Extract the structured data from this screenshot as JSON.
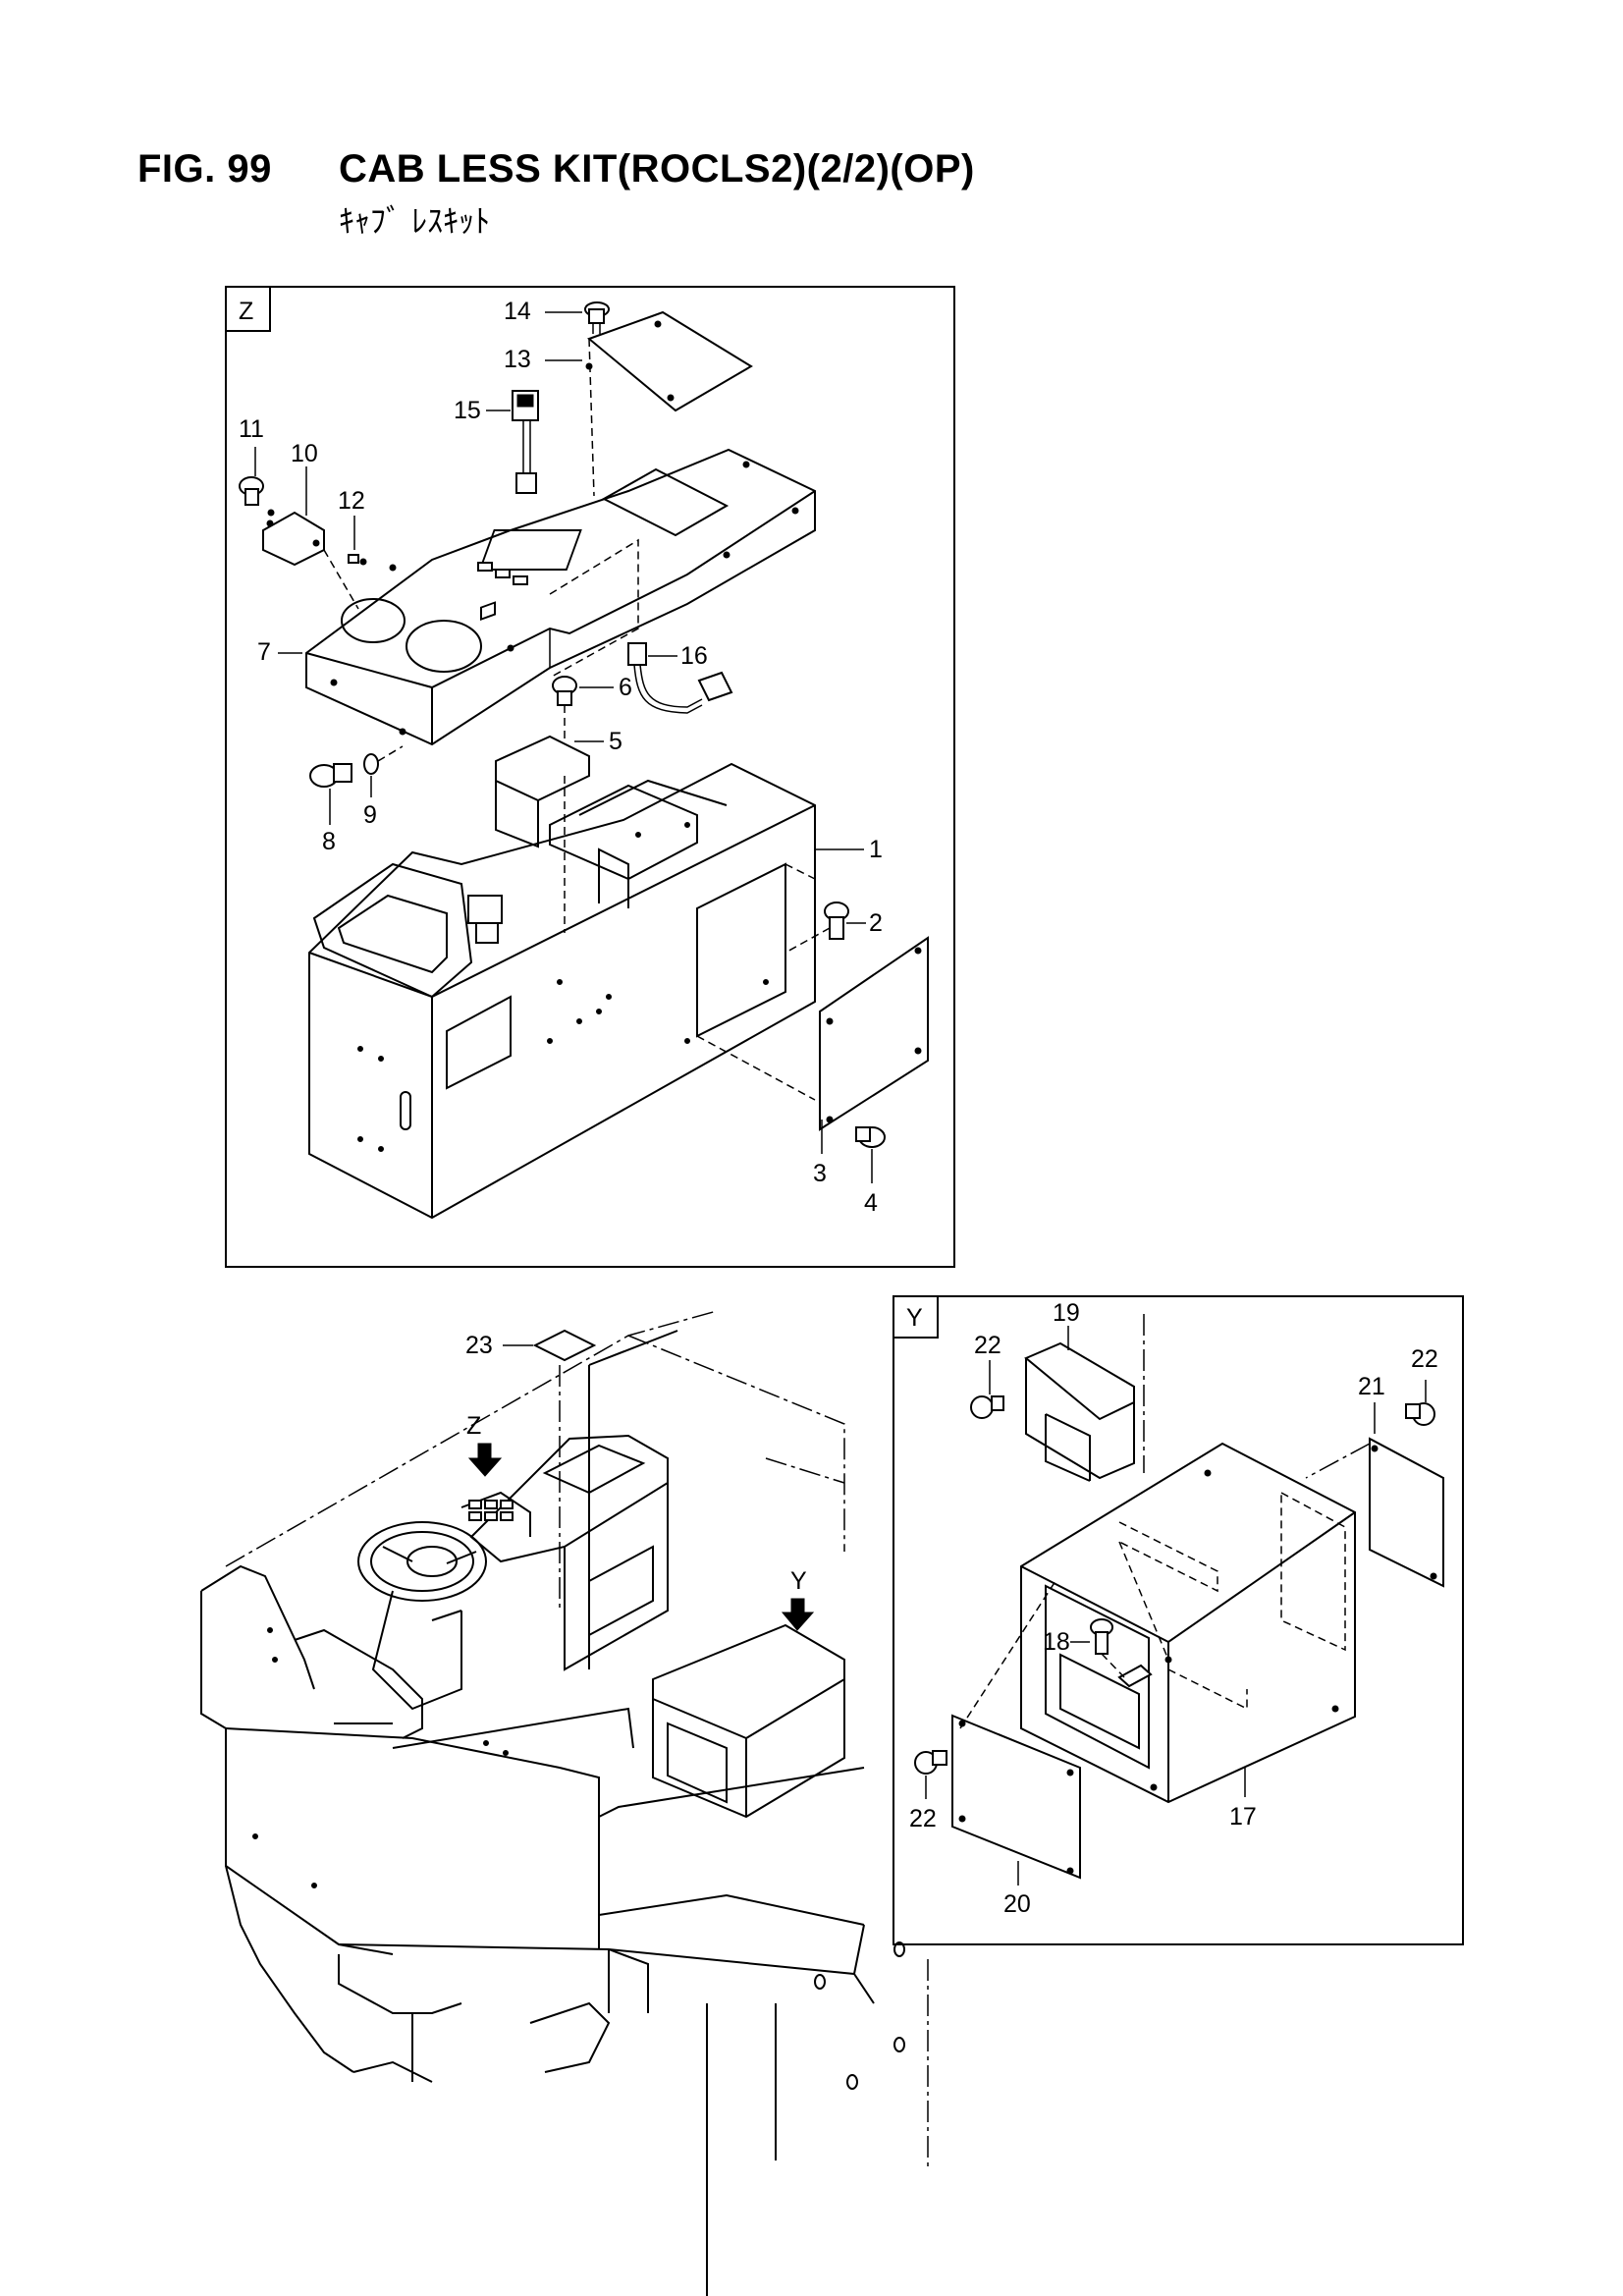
{
  "figure": {
    "number": "FIG. 99",
    "title": "CAB LESS KIT(ROCLS2)(2/2)(OP)",
    "subtitle_jp": "ｷｬﾌﾞ ﾚｽｷｯﾄ"
  },
  "views": {
    "z_label": "Z",
    "y_label": "Y",
    "z_arrow_label": "Z",
    "y_arrow_label": "Y"
  },
  "callouts": {
    "c1": "1",
    "c2": "2",
    "c3": "3",
    "c4": "4",
    "c5": "5",
    "c6": "6",
    "c7": "7",
    "c8": "8",
    "c9": "9",
    "c10": "10",
    "c11": "11",
    "c12": "12",
    "c13": "13",
    "c14": "14",
    "c15": "15",
    "c16": "16",
    "c17": "17",
    "c18": "18",
    "c19": "19",
    "c20": "20",
    "c21": "21",
    "c22a": "22",
    "c22b": "22",
    "c22c": "22",
    "c23": "23"
  }
}
